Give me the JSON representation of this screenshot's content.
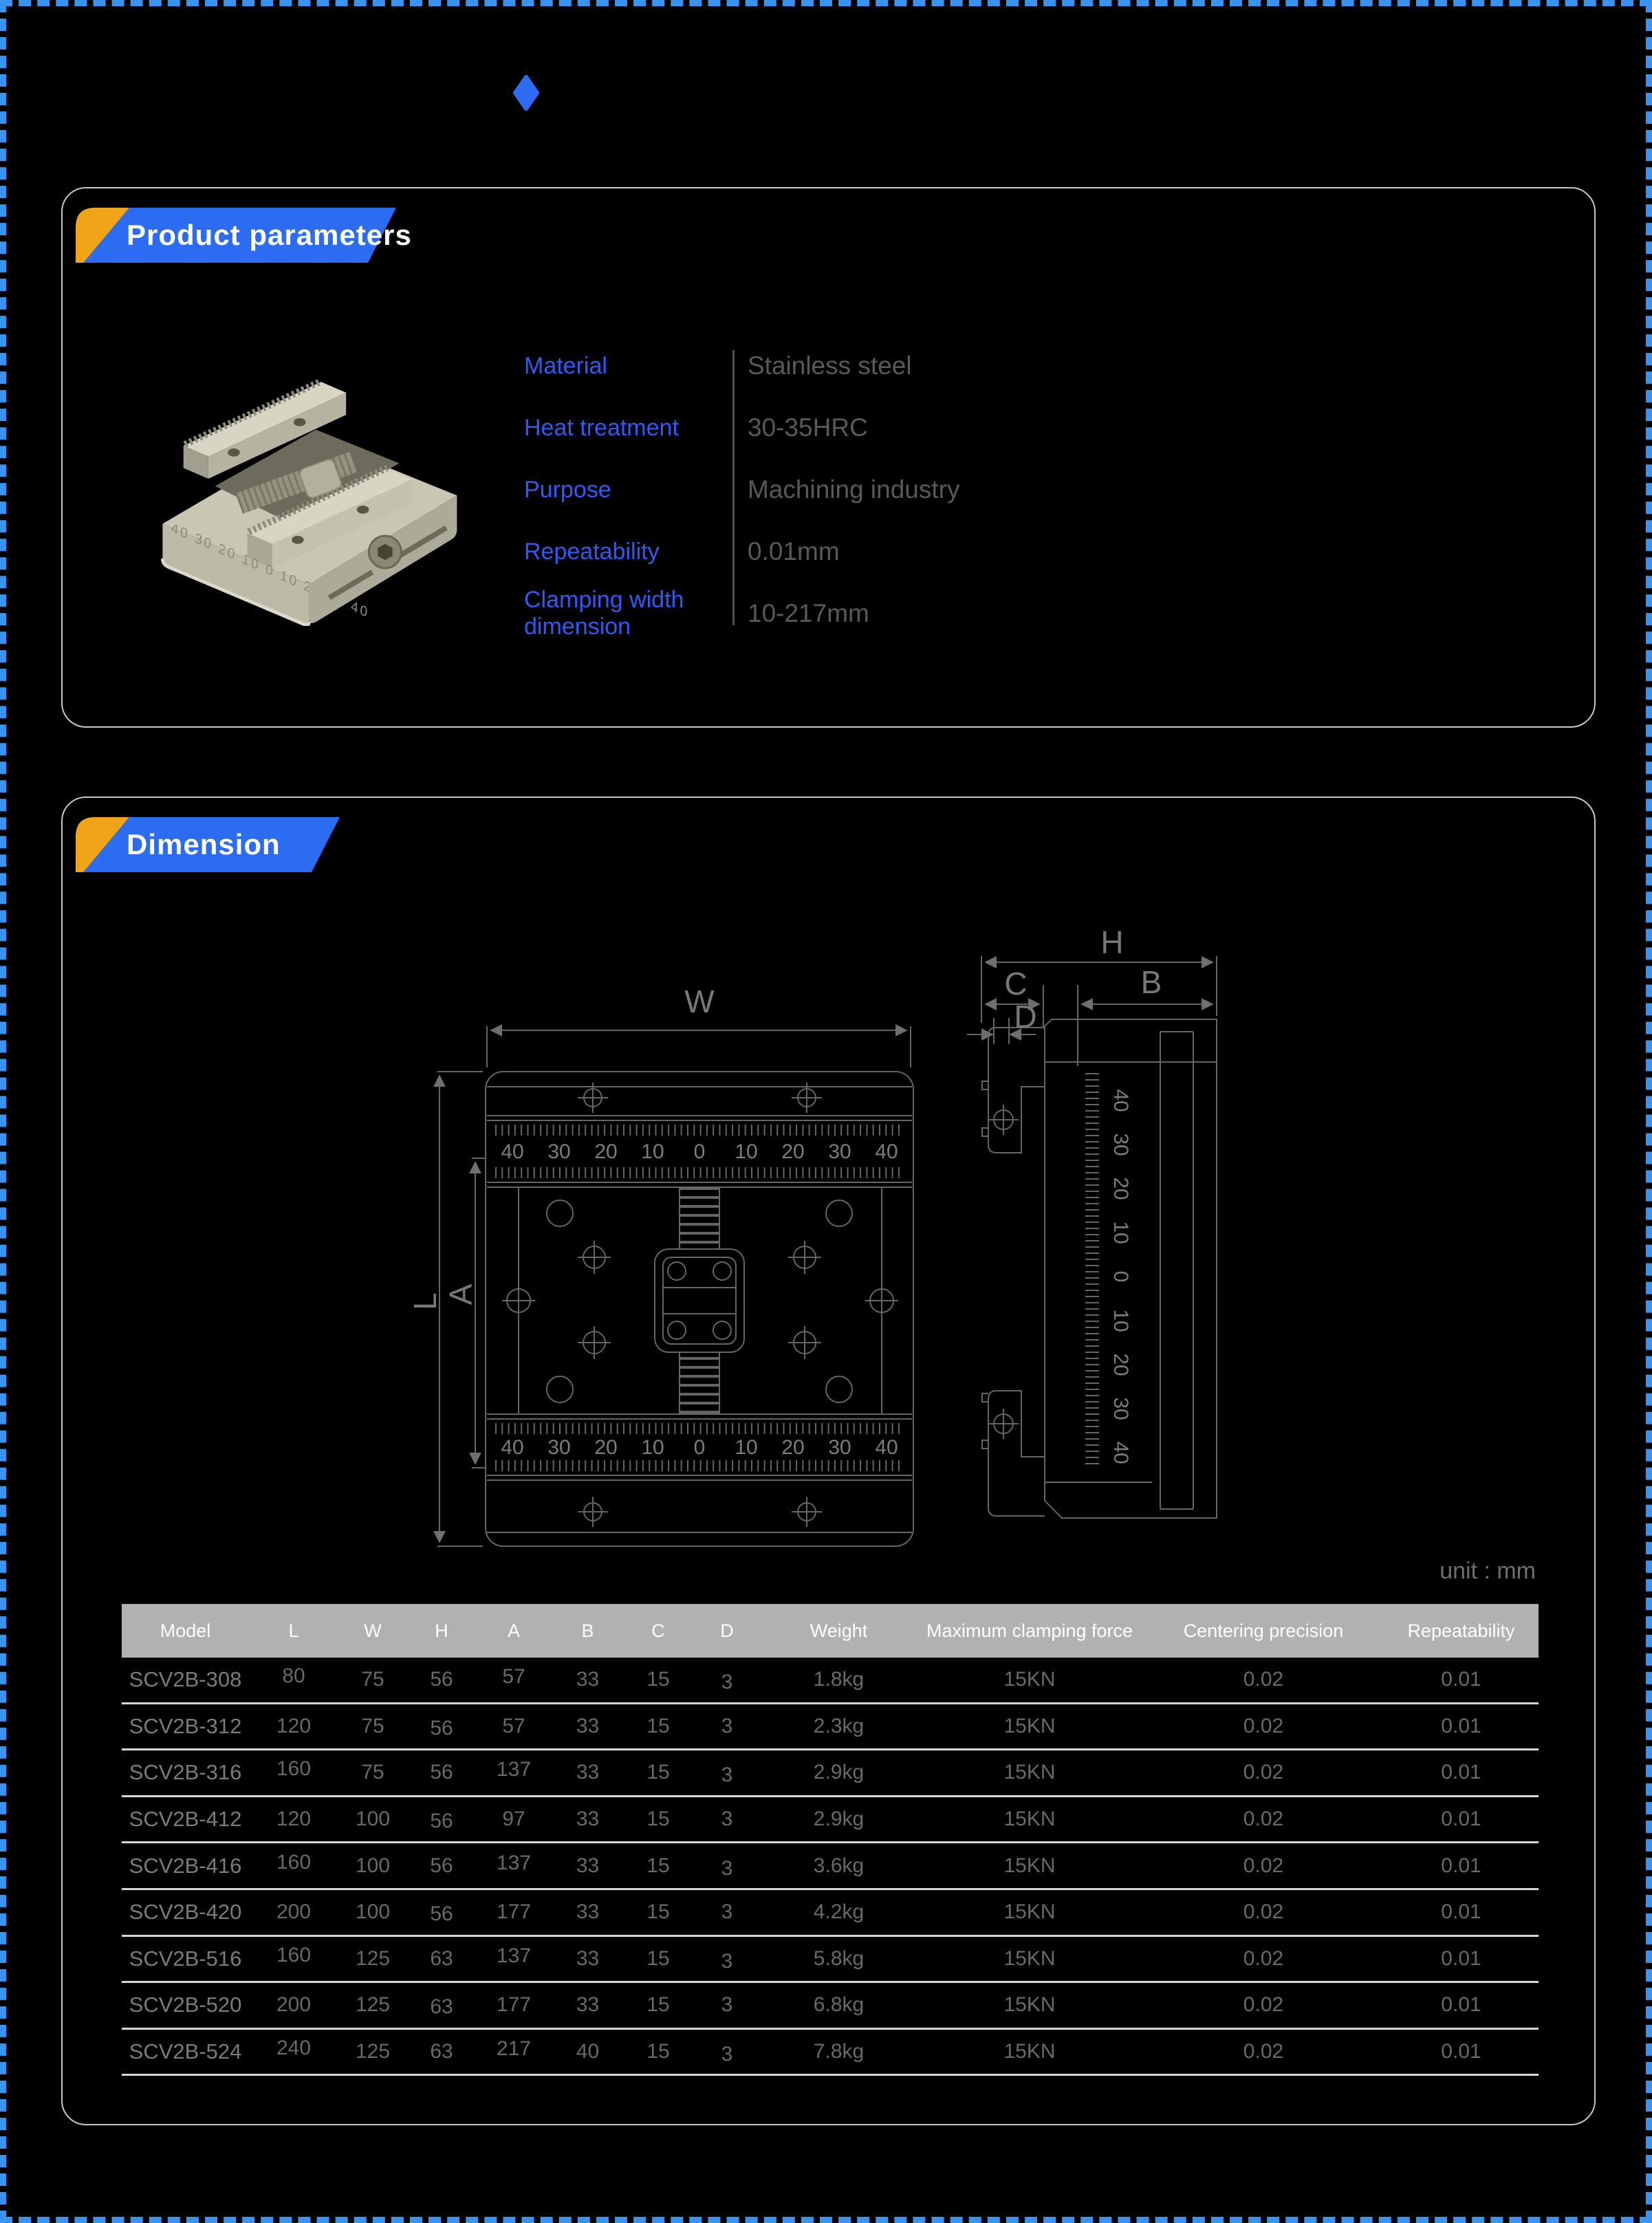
{
  "page": {
    "background": "#000000",
    "frame_border_color": "#3b93f0",
    "accent_blue": "#2b6cf0",
    "accent_yellow": "#f0a418",
    "panel_border_color": "#c6c6c6"
  },
  "header": {
    "diamond_icon": "blue-diamond",
    "diamond_color": "#2d6cf2"
  },
  "product_section": {
    "title": "Product parameters",
    "photo_scale_text": "40 30 20 10 0 10 20 30 40",
    "params": [
      {
        "label": "Material",
        "value": "Stainless steel"
      },
      {
        "label": "Heat treatment",
        "value": "30-35HRC"
      },
      {
        "label": "Purpose",
        "value": "Machining industry"
      },
      {
        "label": "Repeatability",
        "value": "0.01mm"
      },
      {
        "label": "Clamping width dimension",
        "value": "10-217mm"
      }
    ]
  },
  "dimension_section": {
    "title": "Dimension",
    "unit_note": "unit : mm",
    "drawing": {
      "ruler_numbers": [
        "40",
        "30",
        "20",
        "10",
        "0",
        "10",
        "20",
        "30",
        "40"
      ],
      "front_view": {
        "width_label": "W",
        "length_label": "L",
        "inner_length_label": "A"
      },
      "side_view": {
        "height_label": "H",
        "b_label": "B",
        "c_label": "C",
        "d_label": "D"
      }
    },
    "table": {
      "headers": [
        "Model",
        "L",
        "W",
        "H",
        "A",
        "B",
        "C",
        "D",
        "Weight",
        "Maximum clamping force",
        "Centering precision",
        "Repeatability"
      ],
      "rows": [
        [
          "SCV2B-308",
          "80",
          "75",
          "56",
          "57",
          "33",
          "15",
          "3",
          "1.8kg",
          "15KN",
          "0.02",
          "0.01"
        ],
        [
          "SCV2B-312",
          "120",
          "75",
          "56",
          "57",
          "33",
          "15",
          "3",
          "2.3kg",
          "15KN",
          "0.02",
          "0.01"
        ],
        [
          "SCV2B-316",
          "160",
          "75",
          "56",
          "137",
          "33",
          "15",
          "3",
          "2.9kg",
          "15KN",
          "0.02",
          "0.01"
        ],
        [
          "SCV2B-412",
          "120",
          "100",
          "56",
          "97",
          "33",
          "15",
          "3",
          "2.9kg",
          "15KN",
          "0.02",
          "0.01"
        ],
        [
          "SCV2B-416",
          "160",
          "100",
          "56",
          "137",
          "33",
          "15",
          "3",
          "3.6kg",
          "15KN",
          "0.02",
          "0.01"
        ],
        [
          "SCV2B-420",
          "200",
          "100",
          "56",
          "177",
          "33",
          "15",
          "3",
          "4.2kg",
          "15KN",
          "0.02",
          "0.01"
        ],
        [
          "SCV2B-516",
          "160",
          "125",
          "63",
          "137",
          "33",
          "15",
          "3",
          "5.8kg",
          "15KN",
          "0.02",
          "0.01"
        ],
        [
          "SCV2B-520",
          "200",
          "125",
          "63",
          "177",
          "33",
          "15",
          "3",
          "6.8kg",
          "15KN",
          "0.02",
          "0.01"
        ],
        [
          "SCV2B-524",
          "240",
          "125",
          "63",
          "217",
          "40",
          "15",
          "3",
          "7.8kg",
          "15KN",
          "0.02",
          "0.01"
        ]
      ]
    }
  }
}
